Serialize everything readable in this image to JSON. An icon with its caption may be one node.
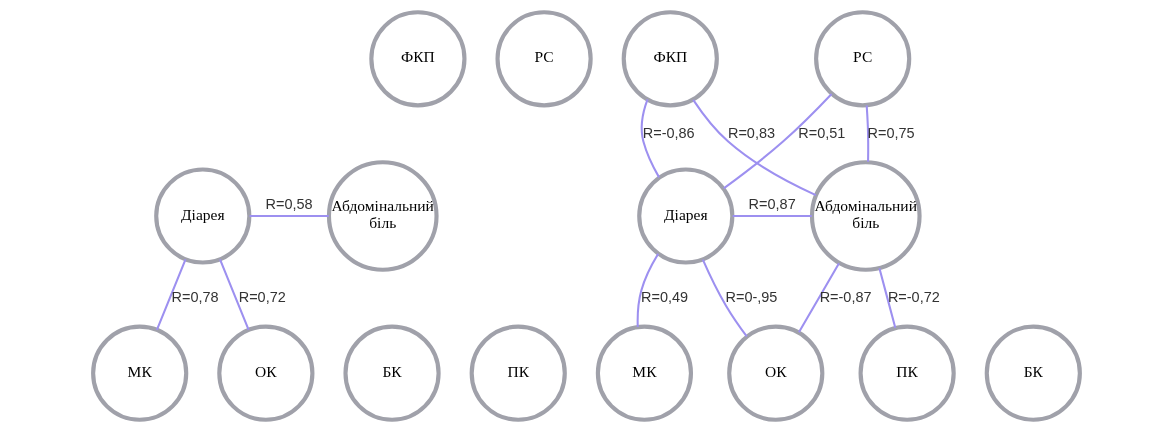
{
  "diagram": {
    "nodes": [
      {
        "text": [
          "ФКП"
        ]
      },
      {
        "text": [
          "РС"
        ]
      },
      {
        "text": [
          "Діарея"
        ]
      },
      {
        "text": [
          "Абдомінальний біль"
        ]
      },
      {
        "text": [
          "МК"
        ]
      },
      {
        "text": [
          "ОК"
        ]
      },
      {
        "text": [
          "БК"
        ]
      },
      {
        "text": [
          "ПК"
        ]
      },
      {
        "text": [
          "ФКП"
        ]
      },
      {
        "text": [
          "РС"
        ]
      },
      {
        "text": [
          "Діарея"
        ]
      },
      {
        "text": [
          "Абдомінальний біль"
        ]
      },
      {
        "text": [
          "МК"
        ]
      },
      {
        "text": [
          "ОК"
        ]
      },
      {
        "text": [
          "БК"
        ]
      },
      {
        "text": [
          "ПК"
        ]
      }
    ],
    "edges": [
      {
        "from": 2,
        "to": 3,
        "arrow": "none",
        "label": "R=0,58"
      },
      {
        "from": 2,
        "to": 4,
        "arrow": "none",
        "label": "R=0,78"
      },
      {
        "from": 2,
        "to": 5,
        "arrow": "none",
        "label": "R=0,72"
      },
      {
        "from": 8,
        "to": 11,
        "arrow": "none",
        "label": "R=0,83"
      },
      {
        "from": 9,
        "to": 10,
        "arrow": "none",
        "label": "R=0,51"
      },
      {
        "from": 8,
        "to": 10,
        "arrow": "none",
        "label": "R=-0,86"
      },
      {
        "from": 9,
        "to": 11,
        "arrow": "none",
        "label": "R=0,75"
      },
      {
        "from": 10,
        "to": 11,
        "arrow": "none",
        "label": "R=0,87"
      },
      {
        "from": 10,
        "to": 12,
        "arrow": "none",
        "label": "R=0,49"
      },
      {
        "from": 10,
        "to": 13,
        "arrow": "none",
        "label": "R=0-,95"
      },
      {
        "from": 11,
        "to": 13,
        "arrow": "none",
        "label": "R=-0,87"
      },
      {
        "from": 11,
        "to": 15,
        "arrow": "none",
        "label": "R=-0,72"
      }
    ]
  }
}
